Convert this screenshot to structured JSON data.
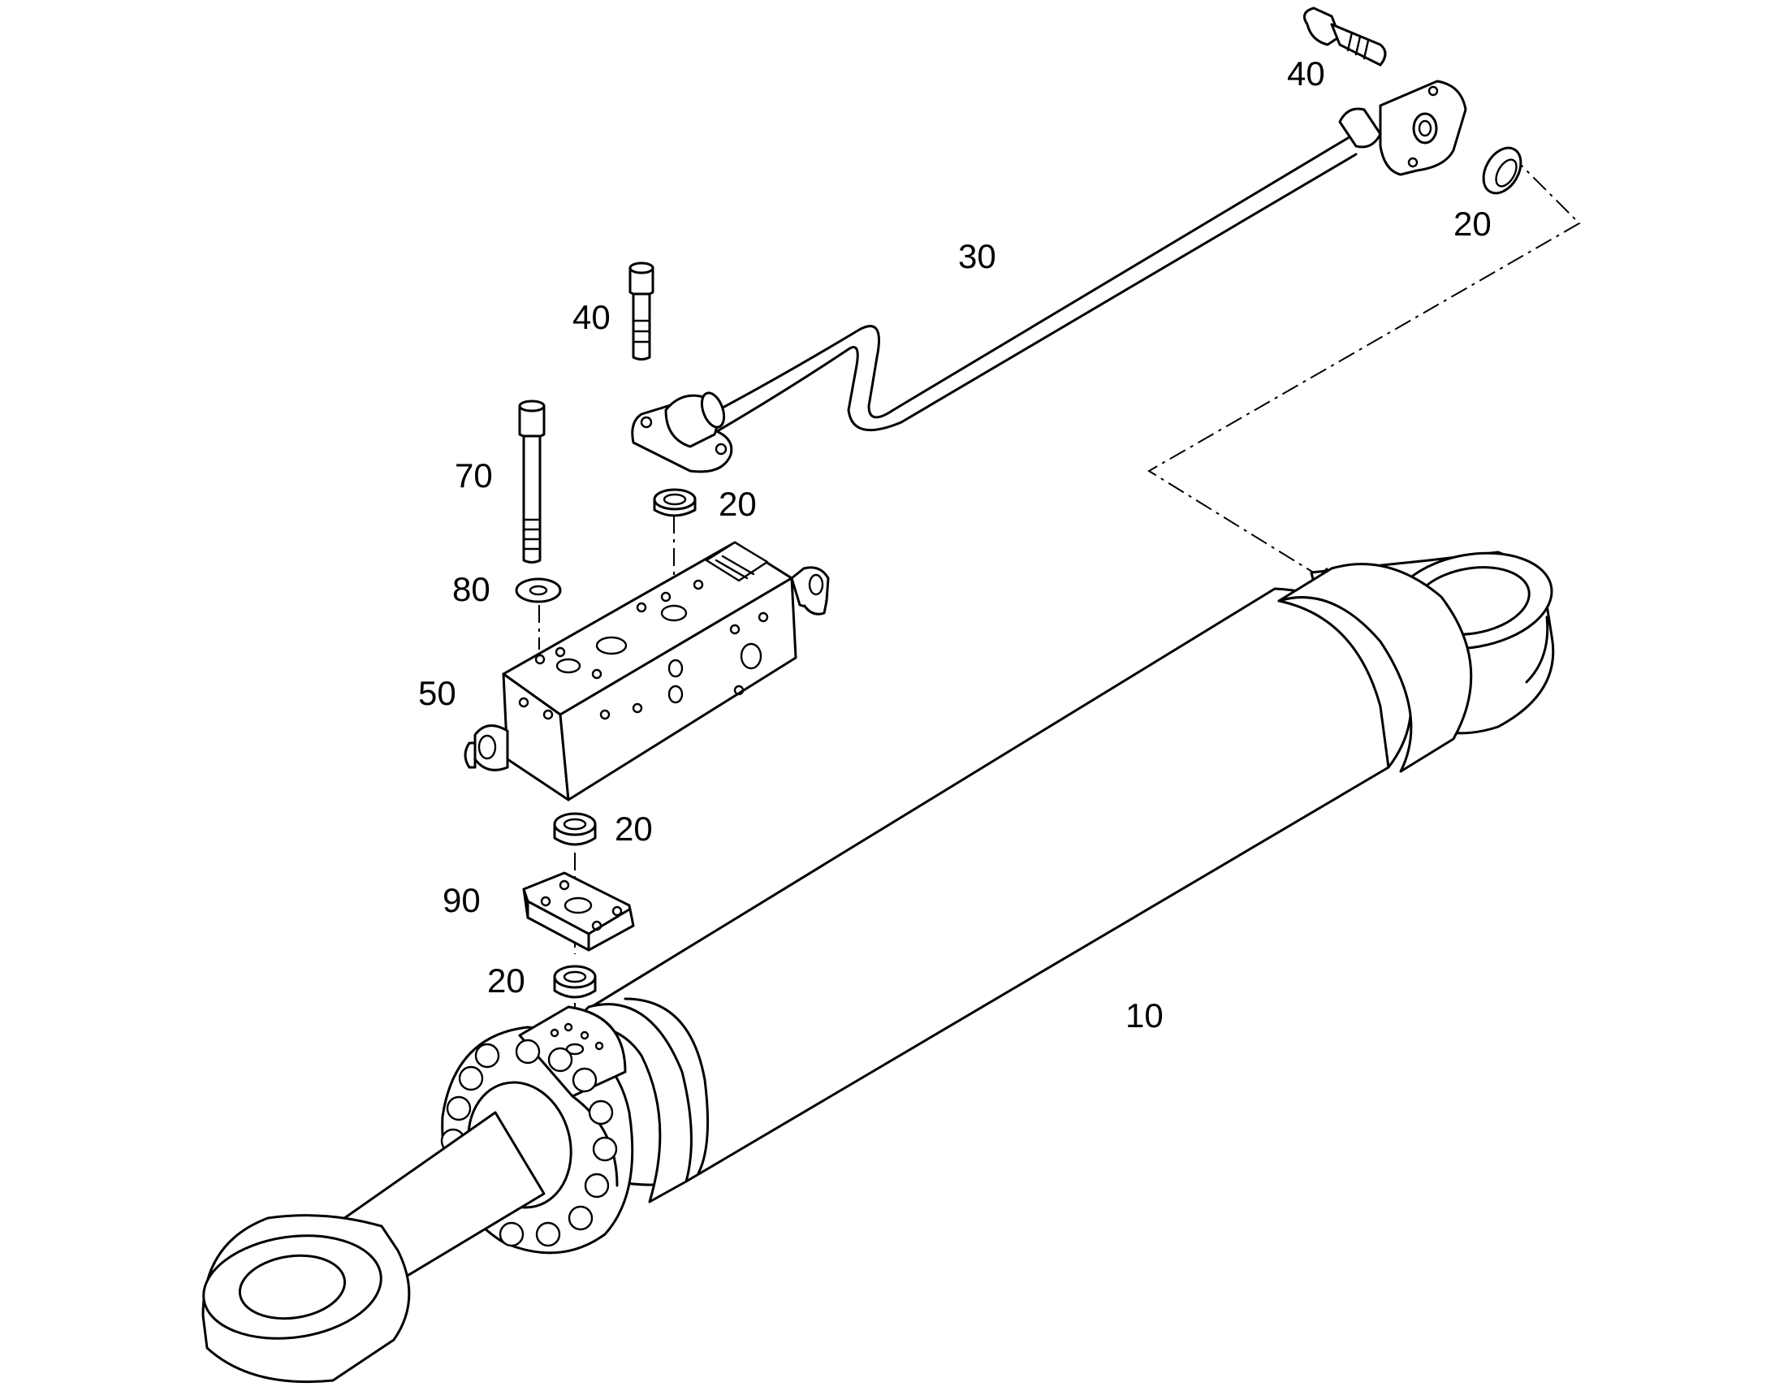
{
  "labels": {
    "cylinder": "10",
    "seal_top_right": "20",
    "seal_upper": "20",
    "seal_middle": "20",
    "seal_lower": "20",
    "pipe": "30",
    "screw_top_right": "40",
    "screw_upper": "40",
    "valve_block": "50",
    "long_screw": "70",
    "washer": "80",
    "adapter_plate": "90"
  }
}
